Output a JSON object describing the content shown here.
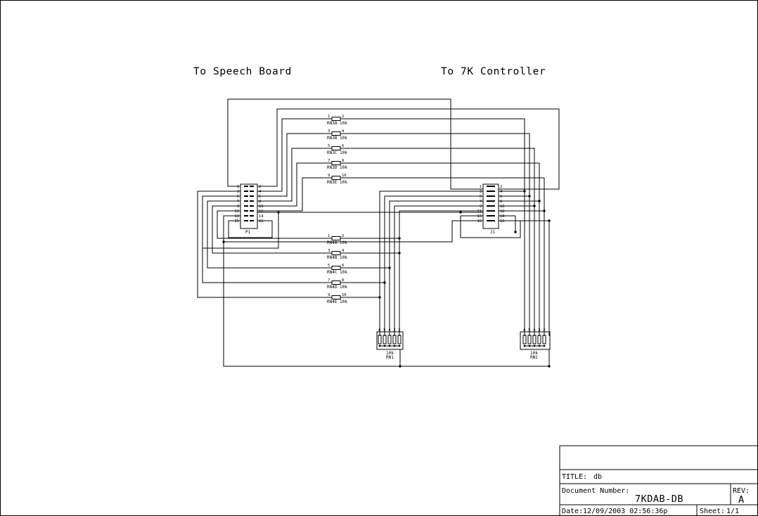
{
  "headings": {
    "left": "To Speech Board",
    "right": "To 7K Controller"
  },
  "connectors": {
    "left": {
      "ref": "P1",
      "left_pins": [
        "1",
        "3",
        "5",
        "7",
        "9",
        "11",
        "13",
        "15"
      ],
      "right_pins": [
        "2",
        "4",
        "6",
        "8",
        "10",
        "12",
        "14",
        "16"
      ]
    },
    "right": {
      "ref": "J1",
      "left_pins": [
        "1",
        "3",
        "5",
        "7",
        "9",
        "11",
        "13",
        "15"
      ],
      "right_pins": [
        "2",
        "4",
        "6",
        "8",
        "10",
        "12",
        "14",
        "16"
      ]
    }
  },
  "resistors": [
    {
      "label": "RN3A 10k",
      "pin_a": "1",
      "pin_b": "2"
    },
    {
      "label": "RN3B 10k",
      "pin_a": "3",
      "pin_b": "4"
    },
    {
      "label": "RN3C 10k",
      "pin_a": "5",
      "pin_b": "6"
    },
    {
      "label": "RN3D 10k",
      "pin_a": "7",
      "pin_b": "8"
    },
    {
      "label": "RN3E 10k",
      "pin_a": "9",
      "pin_b": "10"
    },
    {
      "label": "RN4A 10k",
      "pin_a": "1",
      "pin_b": "2"
    },
    {
      "label": "RN4B 10k",
      "pin_a": "3",
      "pin_b": "4"
    },
    {
      "label": "RN4C 10k",
      "pin_a": "5",
      "pin_b": "6"
    },
    {
      "label": "RN4D 10k",
      "pin_a": "7",
      "pin_b": "8"
    },
    {
      "label": "RN4E 10k",
      "pin_a": "9",
      "pin_b": "10"
    }
  ],
  "networks": [
    {
      "value": "10k",
      "ref": "RN1",
      "pins": [
        "6",
        "5",
        "4",
        "3",
        "2"
      ]
    },
    {
      "value": "10k",
      "ref": "RN2",
      "pins": [
        "6",
        "5",
        "4",
        "3",
        "2"
      ]
    }
  ],
  "title_block": {
    "title_label": "TITLE:",
    "title_value": "db",
    "docnum_label": "Document Number:",
    "docnum_value": "7KDAB-DB",
    "rev_label": "REV:",
    "rev_value": "A",
    "date_label": "Date:",
    "date_value": "12/09/2003 02:56:36p",
    "sheet_label": "Sheet:",
    "sheet_value": "1/1"
  }
}
